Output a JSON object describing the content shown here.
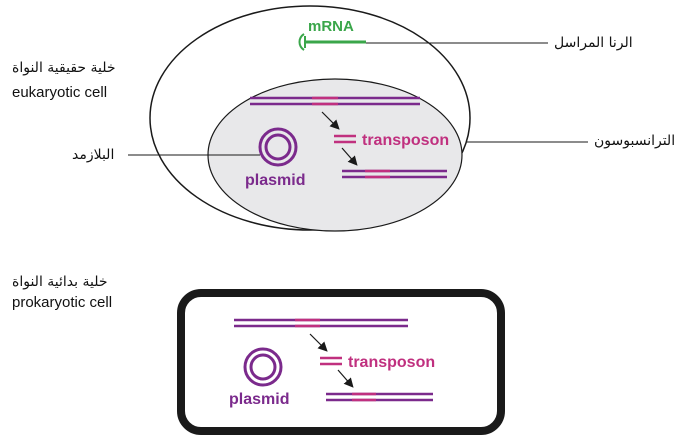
{
  "labels": {
    "mrna": "mRNA",
    "mrna_ar": "الرنا المراسل",
    "eukaryotic_ar": "خلية حقيقية النواة",
    "eukaryotic_en": "eukaryotic cell",
    "plasmid_ar": "البلازمد",
    "transposon_ar": "الترانسبوسون",
    "prokaryotic_ar": "خلية بدائية النواة",
    "prokaryotic_en": "prokaryotic cell",
    "plasmid": "plasmid",
    "transposon": "transposon"
  },
  "colors": {
    "dna": "#7b2a8c",
    "transposon": "#c0307f",
    "plasmid": "#7b2a8c",
    "mrna": "#3aa64a",
    "nucleus_fill": "#e8e8ea",
    "outline": "#1a1a1a"
  }
}
